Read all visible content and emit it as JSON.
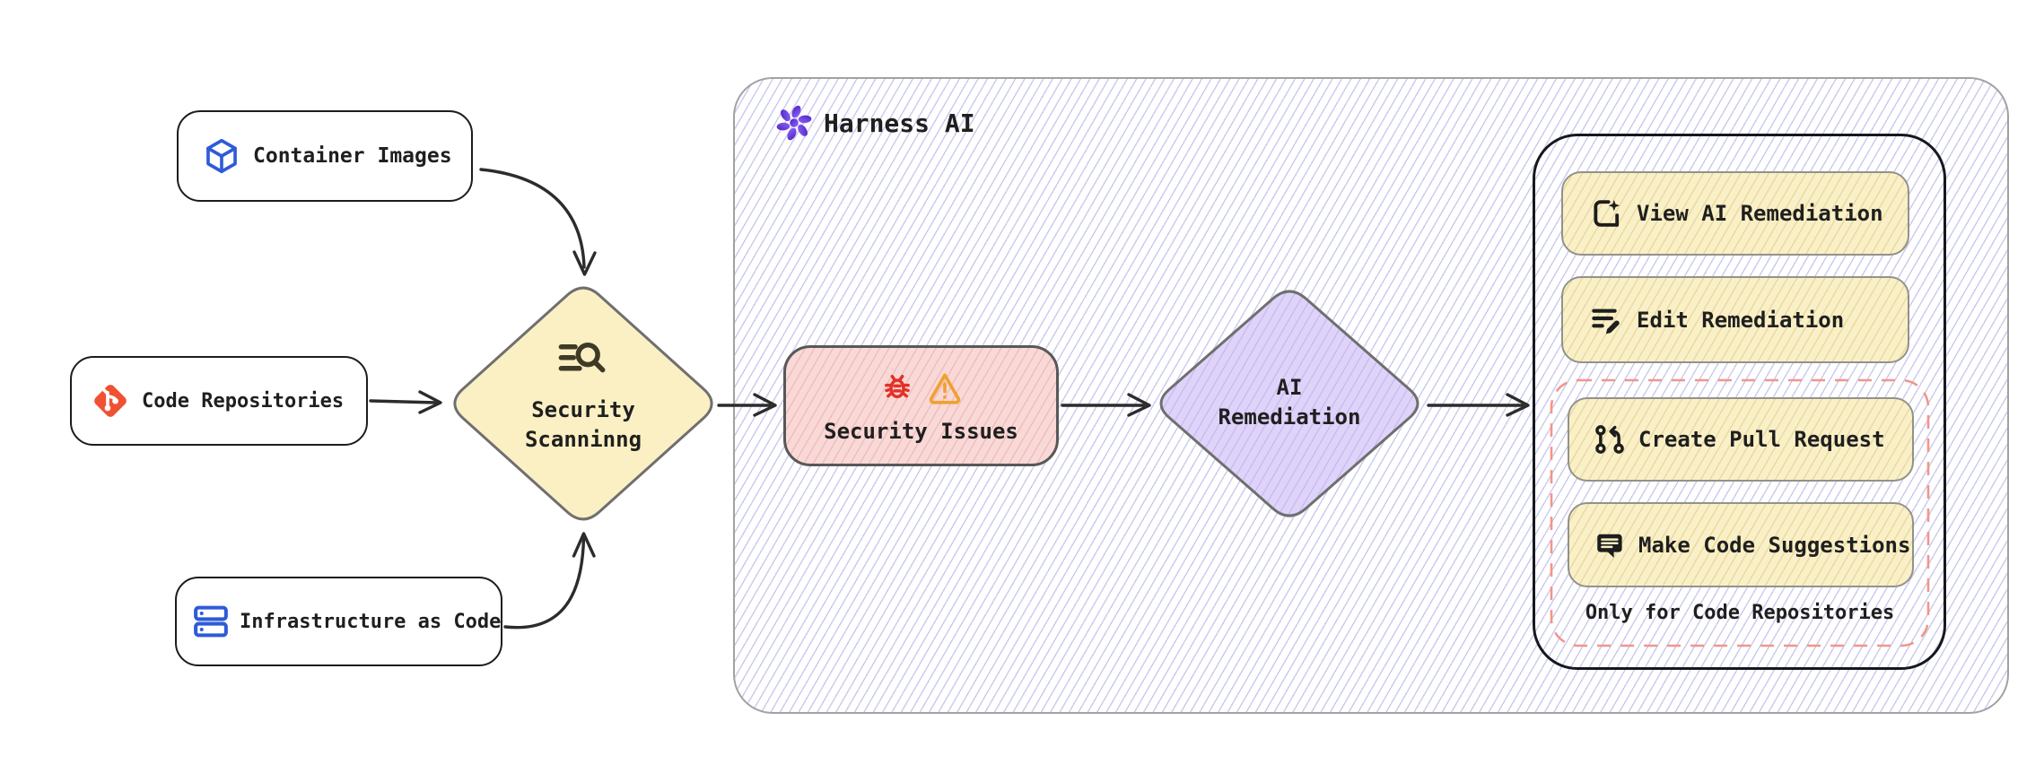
{
  "group": {
    "title": "Harness AI"
  },
  "sources": {
    "container_images": "Container Images",
    "code_repositories": "Code Repositories",
    "infrastructure_as_code": "Infrastructure as Code"
  },
  "scanning": {
    "line1": "Security",
    "line2": "Scanninng"
  },
  "issues": {
    "label": "Security Issues"
  },
  "remediation": {
    "line1": "AI",
    "line2": "Remediation"
  },
  "actions": {
    "view": "View AI Remediation",
    "edit": "Edit Remediation",
    "create_pr": "Create Pull Request",
    "suggestions": "Make Code Suggestions",
    "caption": "Only for Code Repositories"
  },
  "icons": {
    "cube": "cube-icon",
    "git": "git-icon",
    "server": "server-icon",
    "text_search": "text-search-icon",
    "bug": "bug-icon",
    "warning": "warning-triangle-icon",
    "harness_logo": "harness-ai-logo-icon",
    "view_doc_sparkle": "document-sparkle-icon",
    "edit_list_pencil": "list-pencil-icon",
    "pull_request": "git-pull-request-icon",
    "comment": "comment-lines-icon"
  },
  "colors": {
    "node_yellow": "#faf0c7",
    "node_pink": "#f9d9d7",
    "node_purple": "#ded3f8",
    "hatch_lavender": "#9494de",
    "dashed_salmon": "#f2958b",
    "icon_blue": "#2e5bd8",
    "git_red": "#f05133",
    "bug_red": "#e23128",
    "warning_orange": "#f0a033",
    "harness_purple": "#6b33f2",
    "stroke_dark": "#2c2c2c"
  }
}
